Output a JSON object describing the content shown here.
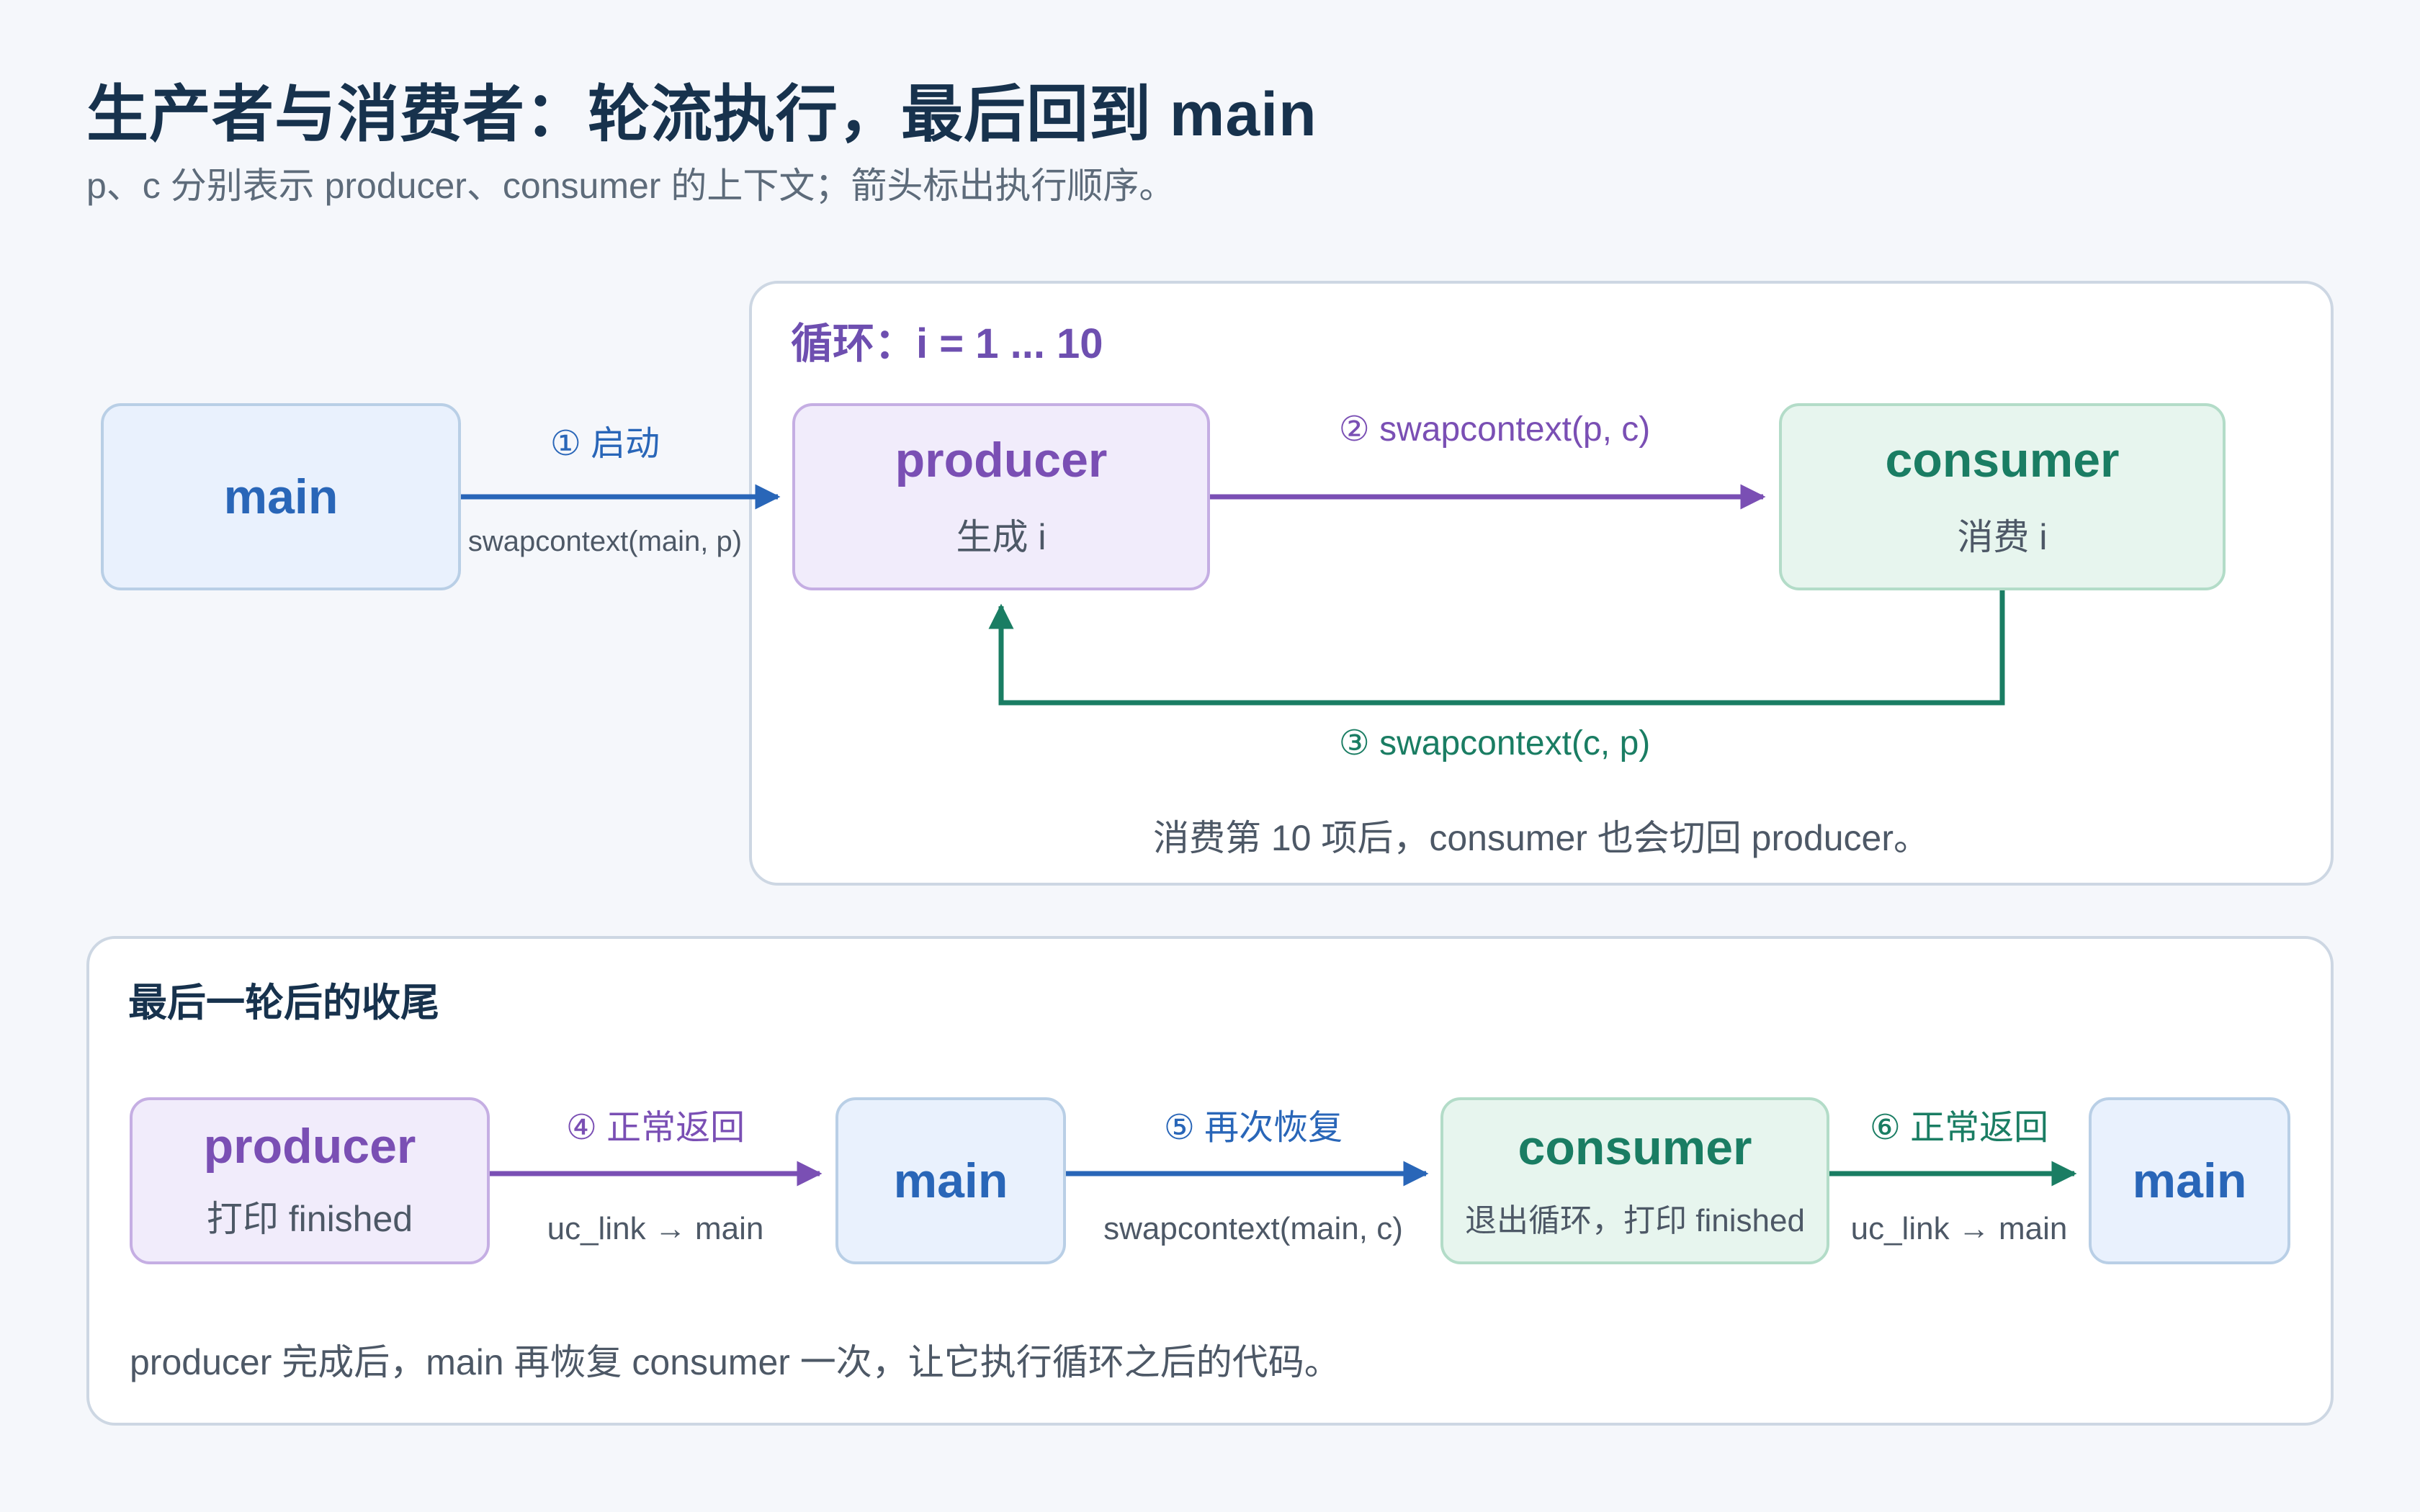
{
  "header": {
    "title": "生产者与消费者：轮流执行，最后回到 main",
    "subtitle": "p、c 分别表示 producer、consumer 的上下文；箭头标出执行顺序。"
  },
  "loop": {
    "label": "循环：i = 1 ... 10",
    "main_node": {
      "title": "main"
    },
    "producer_node": {
      "title": "producer",
      "sub": "生成 i"
    },
    "consumer_node": {
      "title": "consumer",
      "sub": "消费 i"
    },
    "step1": {
      "label": "① 启动",
      "detail": "swapcontext(main, p)"
    },
    "step2": {
      "label": "② swapcontext(p, c)"
    },
    "step3": {
      "label": "③ swapcontext(c, p)"
    },
    "note": "消费第 10 项后，consumer 也会切回 producer。"
  },
  "finale": {
    "label": "最后一轮后的收尾",
    "producer_node": {
      "title": "producer",
      "sub": "打印 finished"
    },
    "main_node_1": {
      "title": "main"
    },
    "consumer_node": {
      "title": "consumer",
      "sub": "退出循环，打印 finished"
    },
    "main_node_2": {
      "title": "main"
    },
    "step4": {
      "label": "④ 正常返回",
      "detail": "uc_link → main"
    },
    "step5": {
      "label": "⑤ 再次恢复",
      "detail": "swapcontext(main, c)"
    },
    "step6": {
      "label": "⑥ 正常返回",
      "detail": "uc_link → main"
    },
    "note": "producer 完成后，main 再恢复 consumer 一次，让它执行循环之后的代码。"
  },
  "colors": {
    "blue": "#2966b8",
    "purple": "#7a4fb4",
    "green": "#1a7d63"
  }
}
